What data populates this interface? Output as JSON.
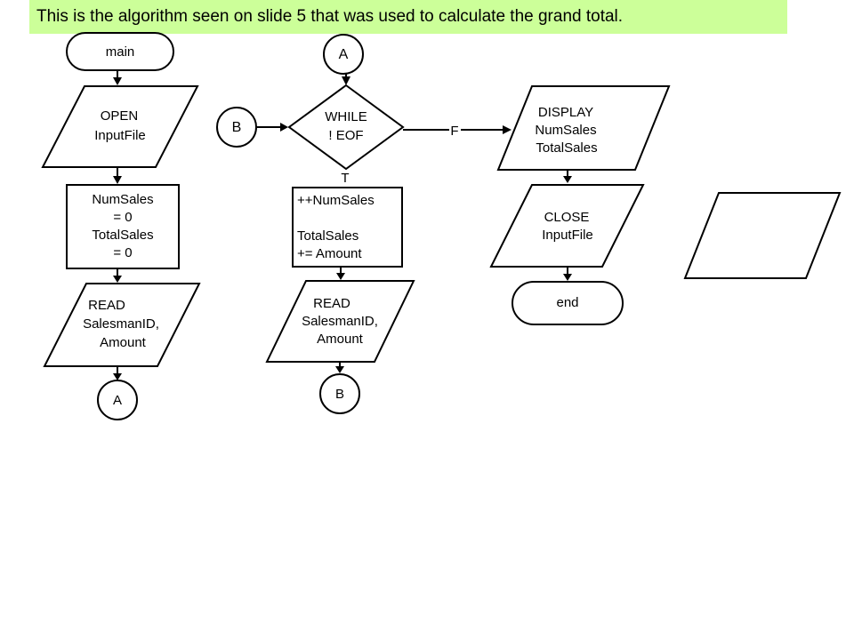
{
  "caption": "This is the algorithm seen on slide 5 that was used to calculate the grand total.",
  "flow_main": {
    "start": "main",
    "open": [
      "OPEN",
      "InputFile"
    ],
    "init": [
      "NumSales",
      "= 0",
      "TotalSales",
      "= 0"
    ],
    "read": [
      "READ",
      "SalesmanID,",
      "Amount"
    ],
    "connector": "A"
  },
  "flow_loop": {
    "connector_in": "A",
    "connector_return": "B",
    "decision": [
      "WHILE",
      "! EOF"
    ],
    "true_label": "T",
    "false_label": "F",
    "process": [
      "++NumSales",
      "",
      "TotalSales",
      "+= Amount"
    ],
    "read": [
      "READ",
      "SalesmanID,",
      "Amount"
    ],
    "connector_out": "B"
  },
  "flow_end": {
    "display": [
      "DISPLAY",
      "NumSales",
      "TotalSales"
    ],
    "close": [
      "CLOSE",
      "InputFile"
    ],
    "end": "end"
  }
}
